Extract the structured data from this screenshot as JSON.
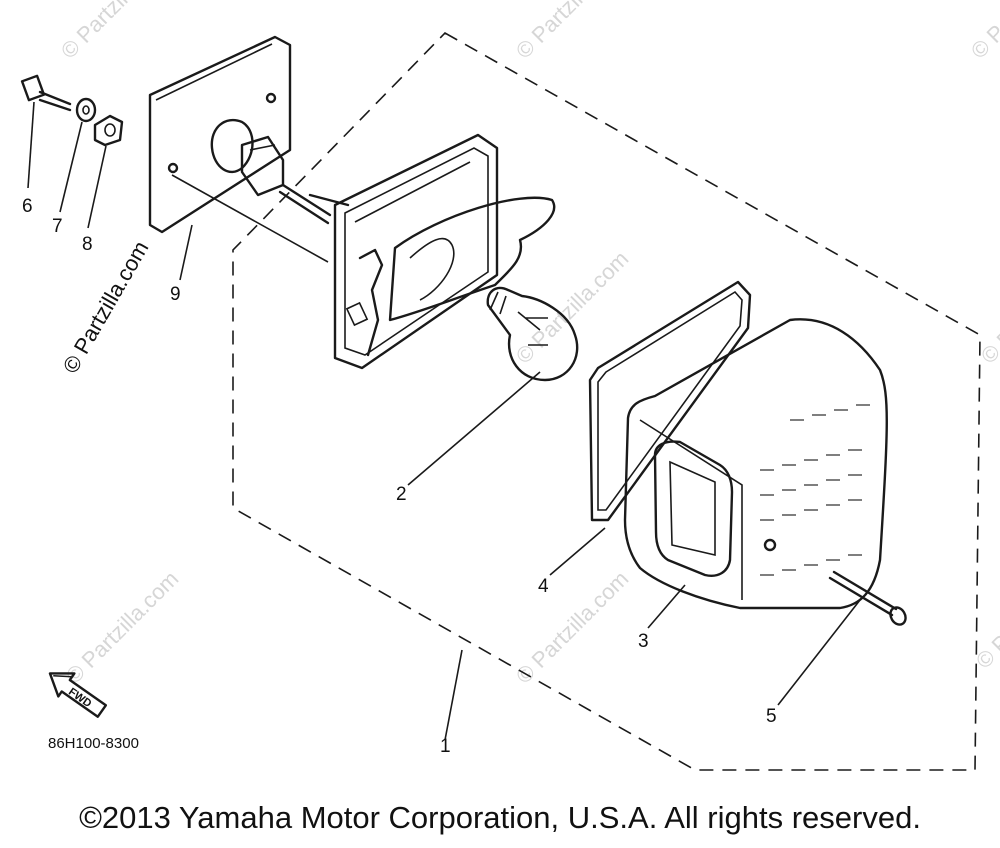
{
  "diagram": {
    "callouts": [
      {
        "id": "c1",
        "label": "1"
      },
      {
        "id": "c2",
        "label": "2"
      },
      {
        "id": "c3",
        "label": "3"
      },
      {
        "id": "c4",
        "label": "4"
      },
      {
        "id": "c5",
        "label": "5"
      },
      {
        "id": "c6",
        "label": "6"
      },
      {
        "id": "c7",
        "label": "7"
      },
      {
        "id": "c8",
        "label": "8"
      },
      {
        "id": "c9",
        "label": "9"
      }
    ],
    "diagram_code": "86H100-8300",
    "fwd_label": "FWD",
    "watermark_text": "© Partzilla.com",
    "watermark_primary": "© Partzilla.com"
  },
  "footer": {
    "copyright": "©2013 Yamaha Motor Corporation, U.S.A. All rights reserved."
  },
  "colors": {
    "line": "#1a1a1a",
    "background": "#ffffff",
    "watermark": "#d6d6d6"
  }
}
